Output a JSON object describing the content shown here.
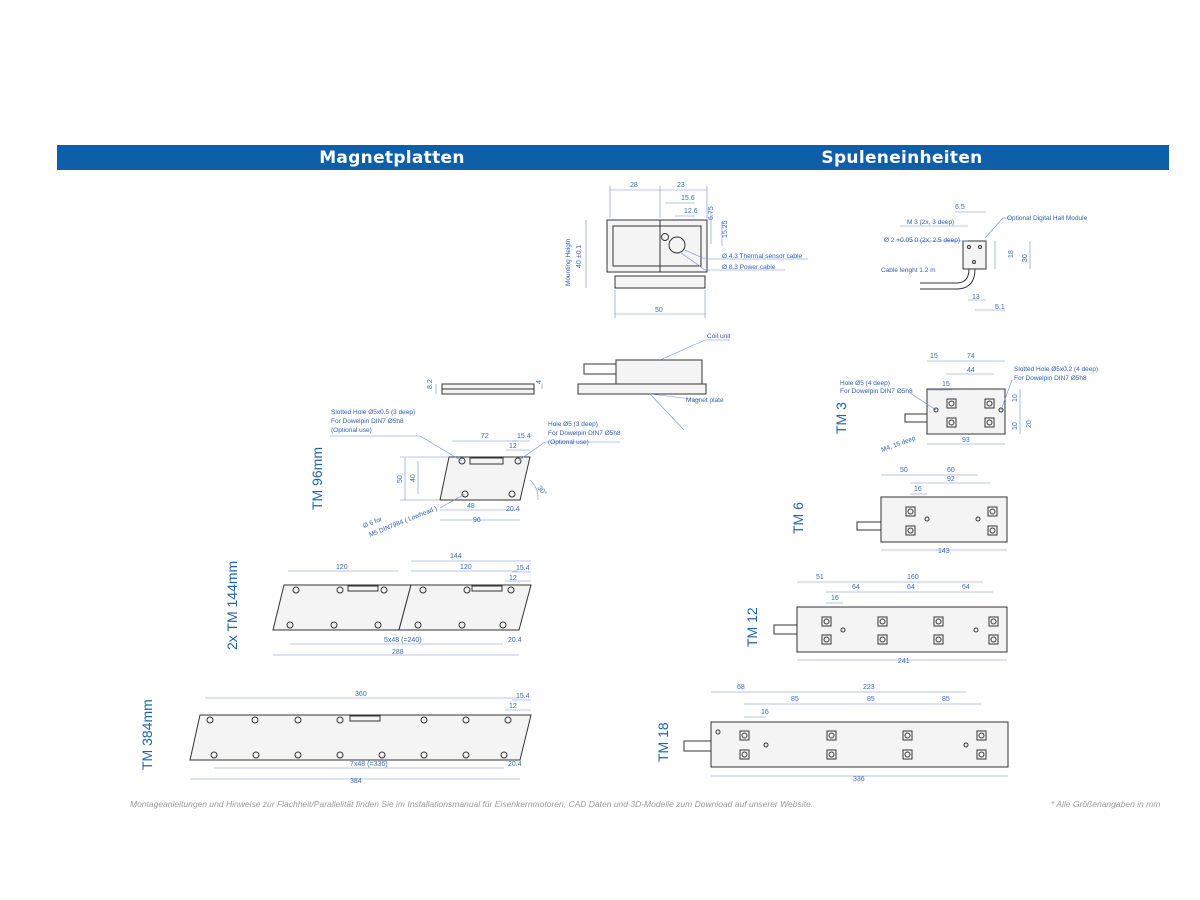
{
  "header": {
    "left_title": "Magnetplatten",
    "right_title": "Spuleneinheiten"
  },
  "colors": {
    "banner": "#0f5ea8",
    "labels": "#1d62a8",
    "dimensions": "#3a6cc4"
  },
  "magnet_plates": {
    "plate_96": {
      "label": "TM 96mm",
      "dims": [
        "72",
        "15.4",
        "12",
        "50",
        "40",
        "48",
        "20.4",
        "96",
        "30°",
        "8.2",
        "4"
      ],
      "notes": [
        "Slotted Hole Ø5x0.5 (3 deep)",
        "For Dowelpin DIN7 Ø5h8",
        "(Optional use)",
        "Hole Ø5 (3 deep)",
        "For Dowelpin DIN7 Ø5h8",
        "(Optional use)",
        "Ø 6 for",
        "M5 DIN7984 ( Lowhead )"
      ]
    },
    "plate_144": {
      "label": "2x TM 144mm",
      "dims": [
        "144",
        "120",
        "120",
        "15.4",
        "12",
        "5x48 (=240)",
        "20.4",
        "288"
      ]
    },
    "plate_384": {
      "label": "TM 384mm",
      "dims": [
        "360",
        "15.4",
        "12",
        "7x48 (=336)",
        "20.4",
        "384"
      ]
    }
  },
  "coil_units": {
    "section_view": {
      "dims": [
        "28",
        "23",
        "15.6",
        "12.6",
        "6.75",
        "15.25",
        "40 ±0.1",
        "50"
      ],
      "notes": [
        "Mounting Heigth",
        "Ø 4.3 Thermal sensor cable",
        "Ø 8.3 Power cable",
        "Coil unit",
        "Magnet plate"
      ]
    },
    "hall_module": {
      "dims": [
        "6.5",
        "18",
        "30",
        "13",
        "5.1"
      ],
      "notes": [
        "M 3 (2x, 3 deep)",
        "Ø 2 +0.05 0 (2x, 2.5 deep)",
        "Optional Digital Hall Module",
        "Cable lenght 1.2 m"
      ]
    },
    "tm3": {
      "label": "TM 3",
      "dims": [
        "15",
        "74",
        "44",
        "15",
        "10",
        "10",
        "20",
        "93"
      ],
      "notes": [
        "Hole Ø5 (4 deep)",
        "For Dowelpin DIN7 Ø5h8",
        "Slotted Hole Ø5x0.2 (4 deep)",
        "For Dowelpin DIN7 Ø5h8",
        "M4, 15 deep"
      ]
    },
    "tm6": {
      "label": "TM 6",
      "dims": [
        "50",
        "60",
        "92",
        "16",
        "143"
      ]
    },
    "tm12": {
      "label": "TM 12",
      "dims": [
        "51",
        "160",
        "64",
        "64",
        "64",
        "16",
        "241"
      ]
    },
    "tm18": {
      "label": "TM 18",
      "dims": [
        "68",
        "223",
        "85",
        "85",
        "85",
        "16",
        "336"
      ]
    }
  },
  "footer": {
    "left": "Montageanleitungen und Hinweise zur Flachheit/Parallelität finden Sie im Installationsmanual für Eisenkernmotoren, CAD Daten und 3D-Modelle zum Download auf unserer Website.",
    "right": "* Alle Größenangaben in mm"
  }
}
